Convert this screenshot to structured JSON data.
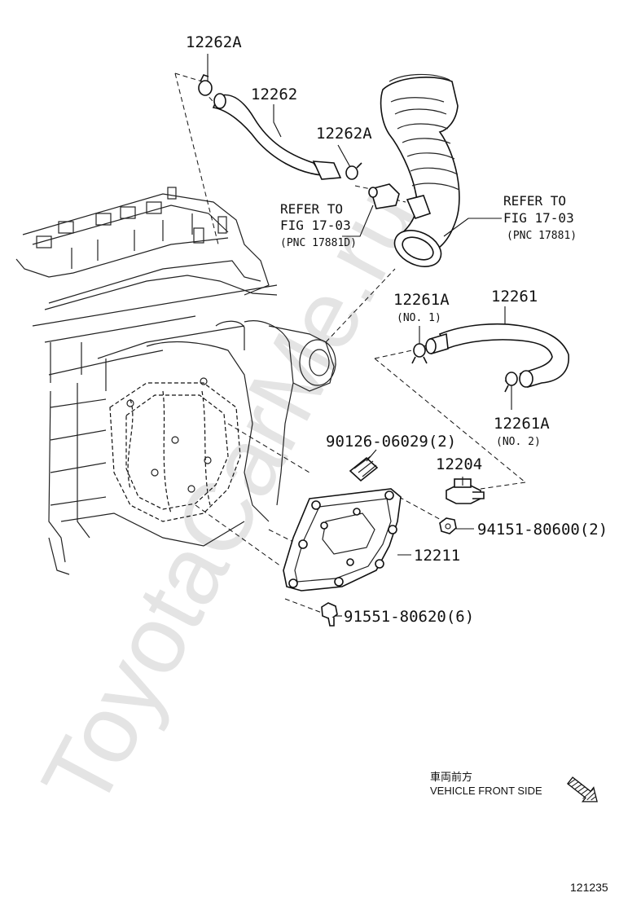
{
  "watermark": "ToyotaCarMe.ru",
  "callouts": {
    "hose_clamp_upper_a": "12262A",
    "hose_upper": "12262",
    "hose_clamp_upper_b": "12262A",
    "refer_left_line1": "REFER TO",
    "refer_left_line2": "FIG 17-03",
    "refer_left_pnc": "(PNC 17881D)",
    "refer_right_line1": "REFER TO",
    "refer_right_line2": "FIG 17-03",
    "refer_right_pnc": "(PNC 17881)",
    "hose_clamp_no1": "12261A",
    "hose_clamp_no1_sub": "(NO. 1)",
    "hose_lower": "12261",
    "hose_clamp_no2": "12261A",
    "hose_clamp_no2_sub": "(NO. 2)",
    "stud_bolt": "90126-06029(2)",
    "pcv_valve": "12204",
    "nut": "94151-80600(2)",
    "separator_case": "12211",
    "bolt": "91551-80620(6)"
  },
  "orientation": {
    "jp_label": "車両前方",
    "en_label": "VEHICLE FRONT SIDE",
    "icon": "hatched-arrow-icon"
  },
  "figure_number": "121235"
}
